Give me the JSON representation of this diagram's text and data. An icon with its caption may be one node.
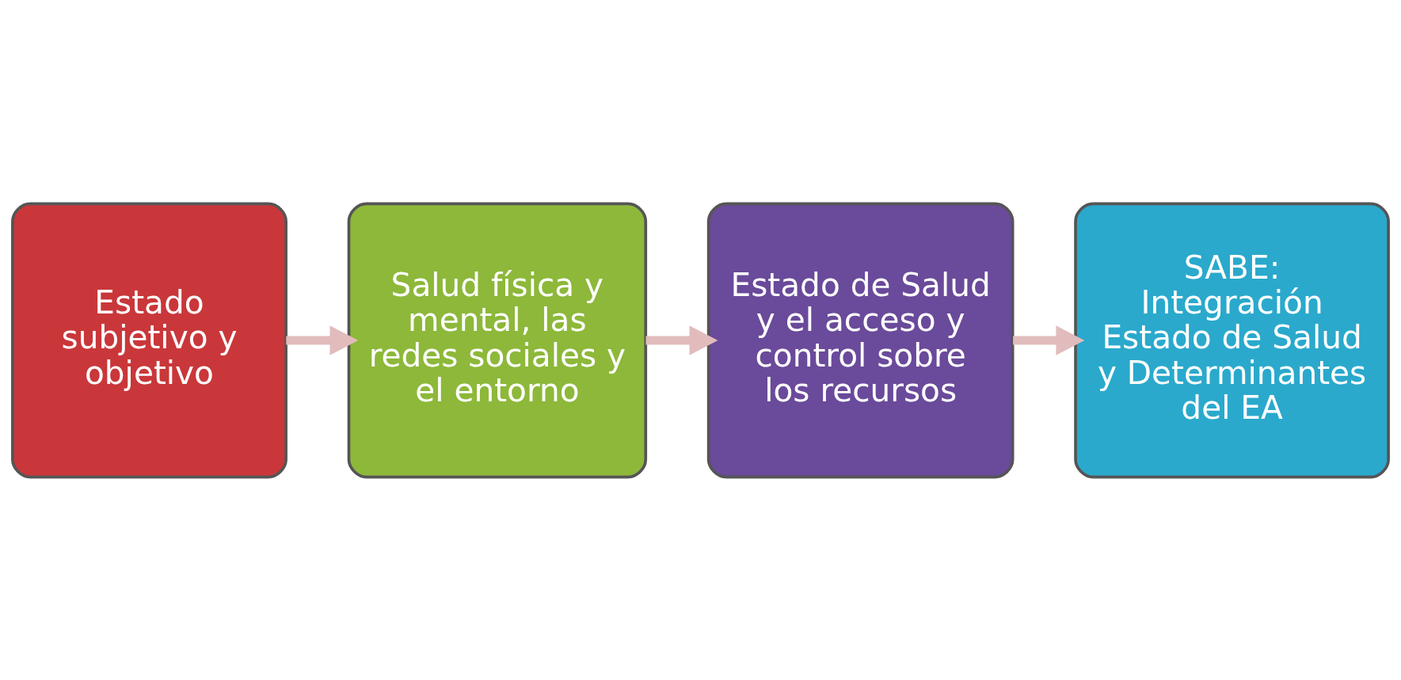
{
  "diagram": {
    "nodes": [
      {
        "text": [
          "Estado subjetivo y objetivo"
        ]
      },
      {
        "text": [
          "Salud física y mental, las redes sociales y el entorno"
        ]
      },
      {
        "text": [
          "Estado de Salud y el acceso y control sobre los recursos"
        ]
      },
      {
        "text": [
          "SABE: Integración Estado de Salud y Determinantes del EA"
        ]
      }
    ],
    "edges": [
      {
        "from": 0,
        "to": 1,
        "arrow": "to"
      },
      {
        "from": 1,
        "to": 2,
        "arrow": "to"
      },
      {
        "from": 2,
        "to": 3,
        "arrow": "to"
      }
    ]
  }
}
